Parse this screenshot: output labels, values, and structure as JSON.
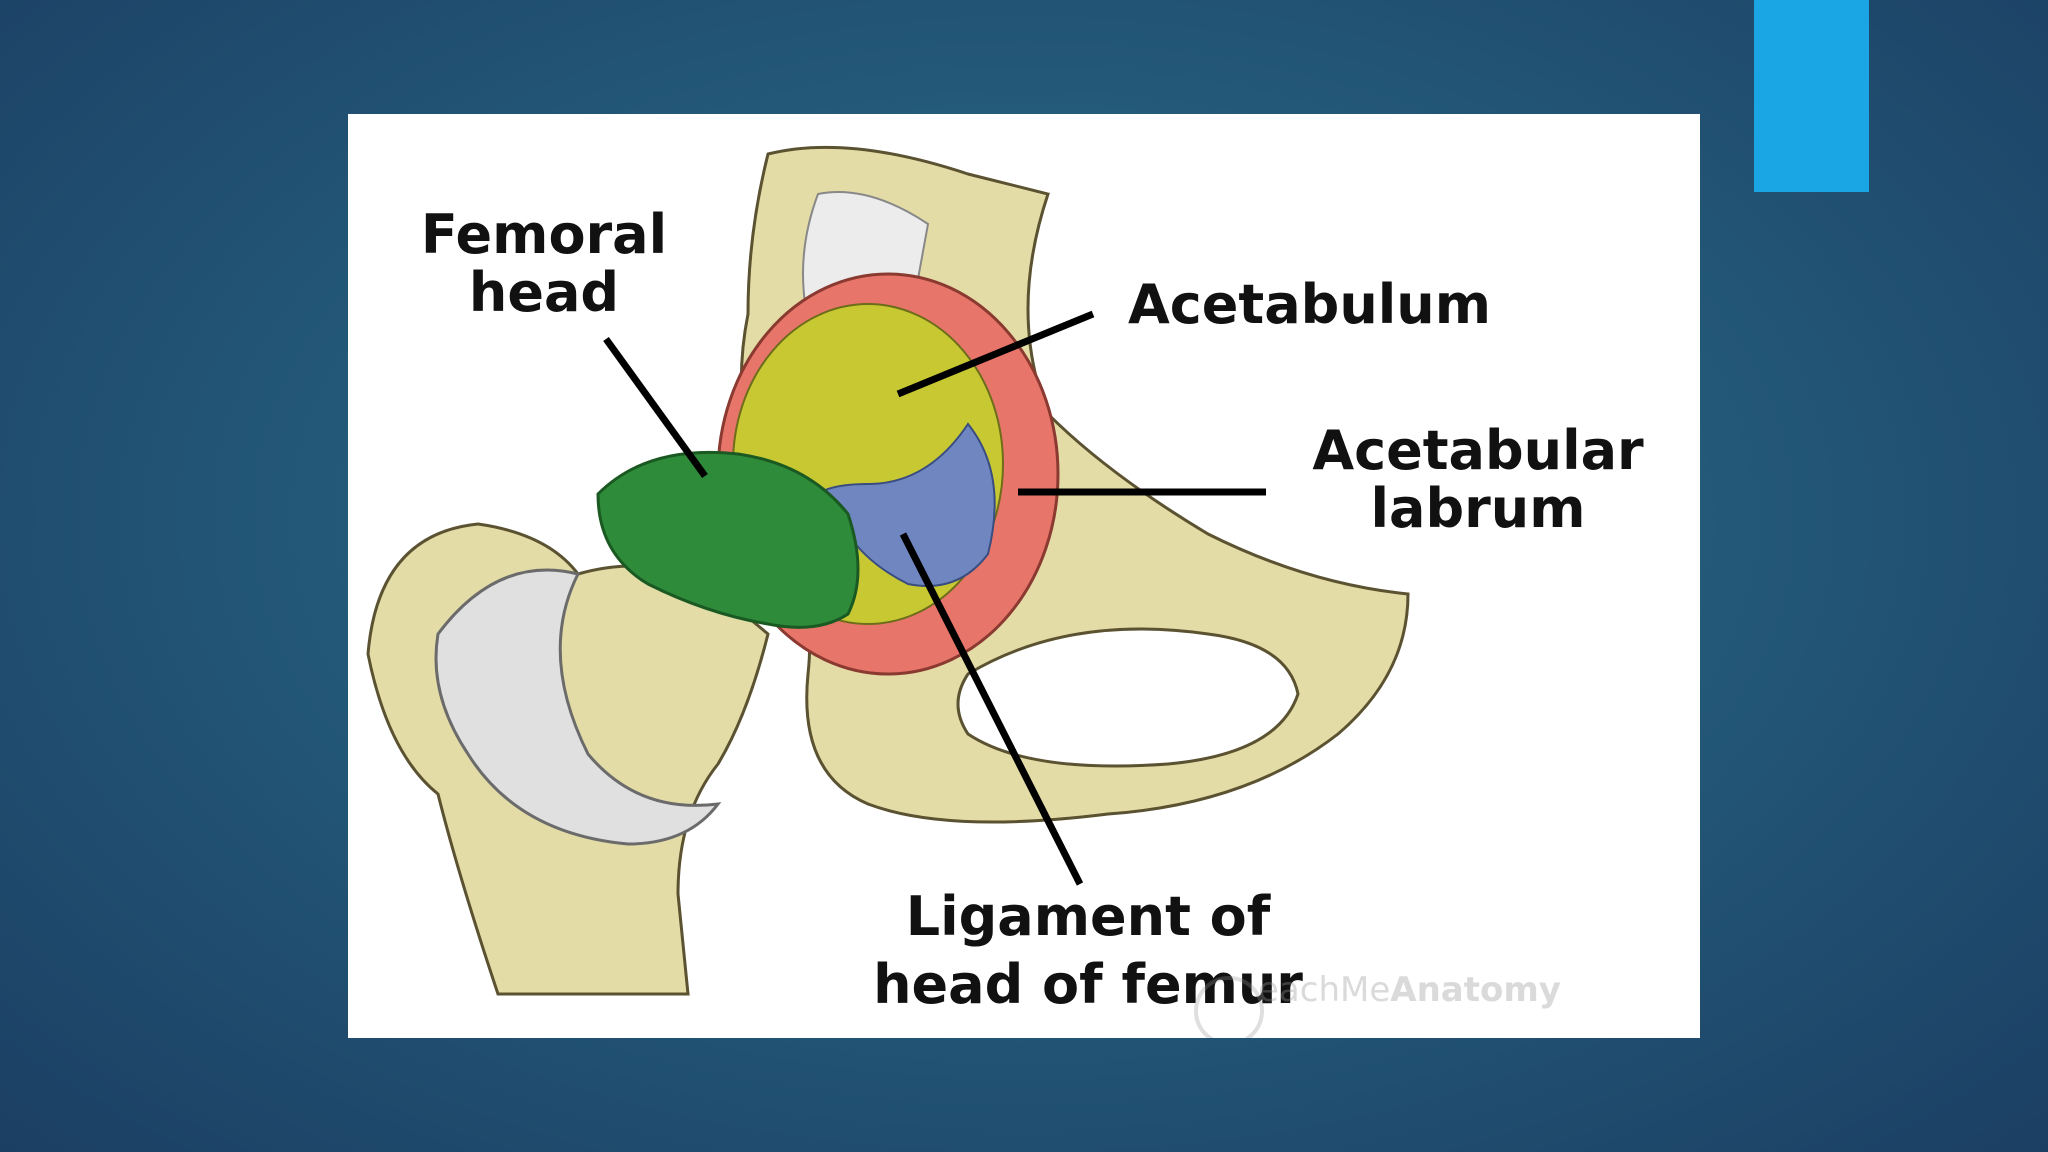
{
  "slide": {
    "accent_color": "#1aa6e4",
    "background_color": "#245a7a"
  },
  "figure": {
    "labels": {
      "femoral_head": [
        "Femoral",
        "head"
      ],
      "acetabulum": "Acetabulum",
      "acetabular_labrum": [
        "Acetabular",
        "labrum"
      ],
      "ligament_of_head": [
        "Ligament of",
        "head of femur"
      ]
    },
    "watermark": {
      "prefix": "each",
      "middle": "Me",
      "brand": "Anatomy"
    },
    "colors": {
      "femoral_head": "#2e8b3a",
      "acetabulum": "#c7c832",
      "acetabular_labrum": "#e8756a",
      "ligament": "#6f86c0",
      "bone": "#e4dca6",
      "capsule": "#e0e0e0"
    }
  }
}
